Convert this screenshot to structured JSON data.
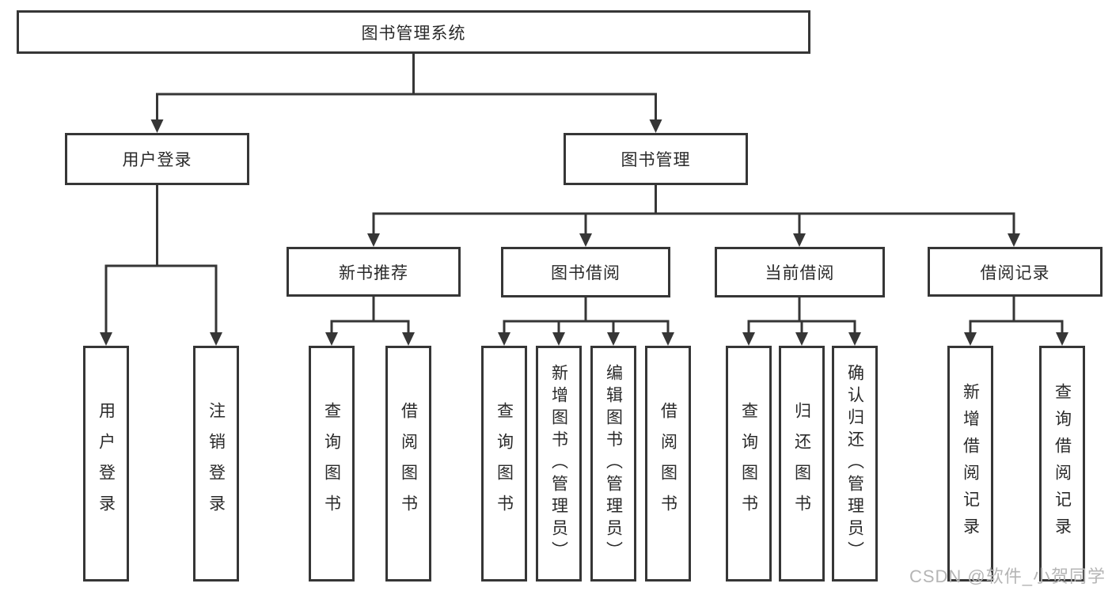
{
  "root": {
    "label": "图书管理系统"
  },
  "branches": [
    {
      "label": "用户登录",
      "children": [
        {
          "label": "用户登录"
        },
        {
          "label": "注销登录"
        }
      ]
    },
    {
      "label": "图书管理",
      "sections": [
        {
          "label": "新书推荐",
          "children": [
            {
              "label": "查询图书"
            },
            {
              "label": "借阅图书"
            }
          ]
        },
        {
          "label": "图书借阅",
          "children": [
            {
              "label": "查询图书"
            },
            {
              "label": "新增图书（管理员）"
            },
            {
              "label": "编辑图书（管理员）"
            },
            {
              "label": "借阅图书"
            }
          ]
        },
        {
          "label": "当前借阅",
          "children": [
            {
              "label": "查询图书"
            },
            {
              "label": "归还图书"
            },
            {
              "label": "确认归还（管理员）"
            }
          ]
        },
        {
          "label": "借阅记录",
          "children": [
            {
              "label": "新增借阅记录"
            },
            {
              "label": "查询借阅记录"
            }
          ]
        }
      ]
    }
  ],
  "watermark": {
    "label": "CSDN @软件_小贺同学"
  },
  "colors": {
    "line": "#363636",
    "box_border": "#363636",
    "text": "#2a2a2a",
    "watermark": "#b5b5b5",
    "background": "#ffffff"
  }
}
